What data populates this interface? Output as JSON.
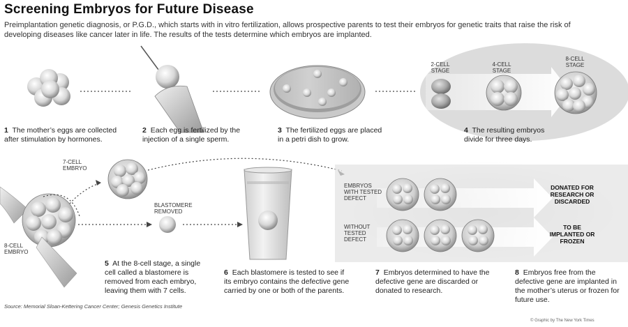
{
  "title": "Screening Embryos for Future Disease",
  "intro": "Preimplantation genetic diagnosis, or P.G.D., which starts with in vitro fertilization, allows prospective parents to test their embryos for genetic traits that raise the risk of developing diseases like cancer later in life. The results of the tests determine which embryos are implanted.",
  "steps": [
    {
      "num": "1",
      "text": "The mother’s eggs are collected after stimulation by hormones."
    },
    {
      "num": "2",
      "text": "Each egg is fertilized by the injection of a single sperm."
    },
    {
      "num": "3",
      "text": "The fertilized eggs are placed in a petri dish to grow."
    },
    {
      "num": "4",
      "text": "The resulting embryos divide for three days."
    },
    {
      "num": "5",
      "text": "At the 8-cell stage, a single cell called a blastomere is removed from each embryo, leaving them with 7 cells."
    },
    {
      "num": "6",
      "text": "Each blastomere is tested to see if its embryo contains the defective gene carried by one or both of the parents."
    },
    {
      "num": "7",
      "text": "Embryos determined to have the defective gene are discarded or donated to research."
    },
    {
      "num": "8",
      "text": "Embryos free from the defective gene are implanted in the mother’s uterus or frozen for future use."
    }
  ],
  "labels": {
    "stage2": "2-CELL STAGE",
    "stage4": "4-CELL STAGE",
    "stage8": "8-CELL STAGE",
    "embryo7": "7-CELL EMBRYO",
    "blastomere": "BLASTOMERE REMOVED",
    "embryo8": "8-CELL EMBRYO",
    "with_defect": "EMBRYOS WITH TESTED DEFECT",
    "without_defect": "WITHOUT TESTED DEFECT",
    "outcome_defect": "DONATED FOR RESEARCH OR DISCARDED",
    "outcome_clean": "TO BE IMPLANTED OR FROZEN"
  },
  "source": "Source: Memorial Sloan-Kettering Cancer Center; Genesis Genetics Institute",
  "credit": "© Graphic by The New York Times"
}
